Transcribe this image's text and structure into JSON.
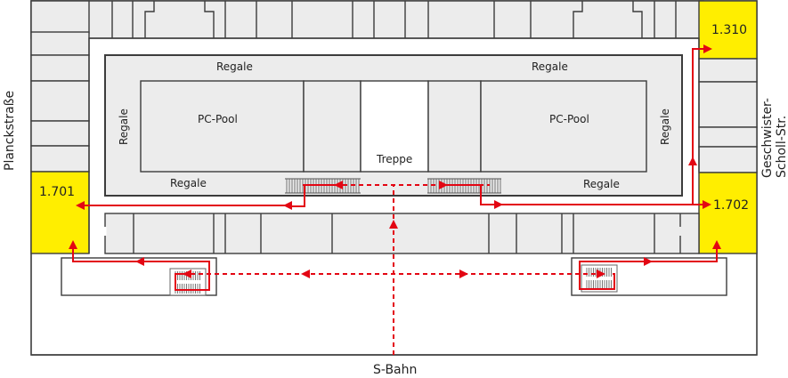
{
  "diagram": {
    "type": "floor-plan",
    "streets": {
      "left": "Planckstraße",
      "right_line1": "Geschwister-",
      "right_line2": "Scholl-Str.",
      "bottom": "S-Bahn"
    },
    "highlighted_rooms": [
      {
        "id": "1.310",
        "label": "1.310",
        "color": "#ffee00"
      },
      {
        "id": "1.701",
        "label": "1.701",
        "color": "#ffee00"
      },
      {
        "id": "1.702",
        "label": "1.702",
        "color": "#ffee00"
      }
    ],
    "hall": {
      "shelves_top_left": "Regale",
      "shelves_top_right": "Regale",
      "shelves_left": "Regale",
      "shelves_right": "Regale",
      "shelves_bottom_left": "Regale",
      "shelves_bottom_right": "Regale",
      "pc_pool_left": "PC-Pool",
      "pc_pool_right": "PC-Pool",
      "stairs": "Treppe"
    },
    "route_color": "#e30613",
    "routes": [
      {
        "from": "S-Bahn",
        "to": "1.701",
        "style": "solid+dashed"
      },
      {
        "from": "S-Bahn",
        "to": "1.702",
        "style": "solid+dashed"
      },
      {
        "from": "S-Bahn",
        "to": "1.310",
        "style": "solid+dashed"
      }
    ]
  }
}
